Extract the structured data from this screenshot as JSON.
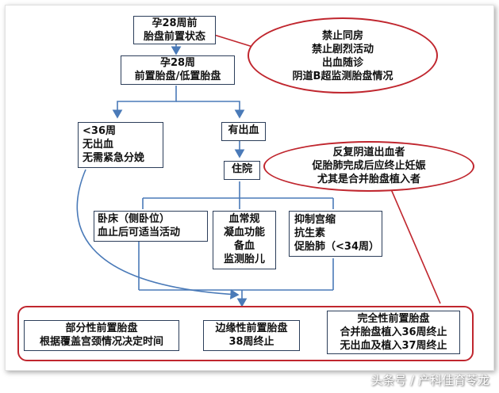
{
  "nodes": {
    "top": [
      "孕28周前",
      "胎盘前置状态"
    ],
    "second": [
      "孕28周",
      "前置胎盘/低置胎盘"
    ],
    "left": [
      "<36周",
      "无出血",
      "无需紧急分娩"
    ],
    "bleeding": [
      "有出血"
    ],
    "hospital": [
      "住院"
    ],
    "bedrest": [
      "卧床（侧卧位）",
      "血止后可适当活动"
    ],
    "blood": [
      "血常规",
      "凝血功能",
      "备血",
      "监测胎儿"
    ],
    "inhibit": [
      "抑制宫缩",
      "抗生素",
      "促胎肺（<34周）"
    ],
    "partial": [
      "部分性前置胎盘",
      "根据覆盖宫颈情况决定时间"
    ],
    "marginal": [
      "边缘性前置胎盘",
      "38周终止"
    ],
    "complete": [
      "完全性前置胎盘",
      "合并胎盘植入36周终止",
      "无出血及植入37周终止"
    ]
  },
  "callouts": {
    "top": [
      "禁止同房",
      "禁止剧烈活动",
      "出血随诊",
      "阴道B超监测胎盘情况"
    ],
    "middle": [
      "反复阴道出血者",
      "促胎肺完成后应终止妊娠",
      "尤其是合并胎盘植入者"
    ]
  },
  "watermark": "头条号 / 产科佳育苓龙",
  "colors": {
    "arrow": "#4a7ab8",
    "callout_border": "#c0262e",
    "box_border": "#2c3e5a"
  }
}
